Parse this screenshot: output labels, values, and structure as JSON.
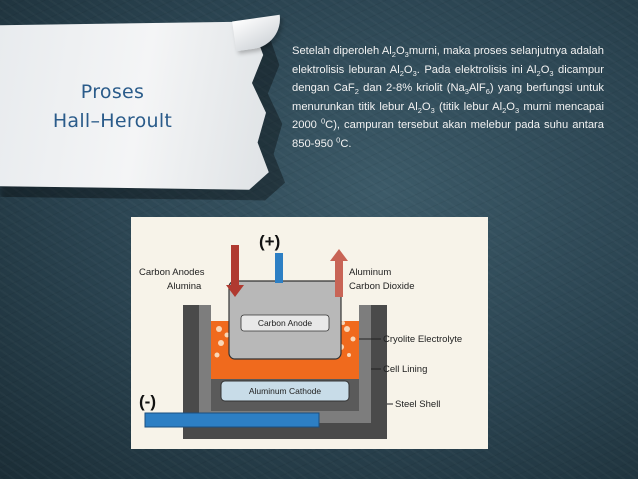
{
  "slide": {
    "title_line1": "Proses",
    "title_line2": "Hall–Heroult",
    "paragraph": {
      "p1": "Setelah diperoleh Al",
      "p1_sub": "2",
      "p2": "O",
      "p2_sub": "3",
      "p3": "murni, maka proses selanjutnya adalah elektrolisis leburan Al",
      "p3_sub": "2",
      "p4": "O",
      "p4_sub": "3",
      "p5": ". Pada elektrolisis ini Al",
      "p5_sub": "2",
      "p6": "O",
      "p6_sub": "3",
      "p7": " dicampur dengan CaF",
      "p7_sub": "2",
      "p8": " dan 2-8% kriolit (Na",
      "p8_sub": "3",
      "p9": "AlF",
      "p9_sub": "6",
      "p10": ") yang berfungsi untuk menurunkan titik lebur Al",
      "p10_sub": "2",
      "p11": "O",
      "p11_sub": "3",
      "p12": " (titik lebur Al",
      "p12_sub": "2",
      "p13": "O",
      "p13_sub": "3",
      "p14": " murni mencapai 2000 ",
      "p14_sup": "0",
      "p15": "C), campuran tersebut akan melebur pada suhu antara 850-950 ",
      "p15_sup": "0",
      "p16": "C."
    }
  },
  "diagram": {
    "positive_terminal": "(+)",
    "negative_terminal": "(-)",
    "left_in_line1": "Carbon Anodes",
    "left_in_line2": "Alumina",
    "right_out_line1": "Aluminum",
    "right_out_line2": "Carbon Dioxide",
    "anode_label": "Carbon Anode",
    "cathode_label": "Aluminum Cathode",
    "legend_electrolyte": "Cryolite Electrolyte",
    "legend_lining": "Cell Lining",
    "legend_shell": "Steel Shell",
    "colors": {
      "bus_bar": "#2d7fc4",
      "electrolyte": "#f06a1d",
      "steel_shell": "#4a4a4a",
      "cell_lining": "#7d7d7d",
      "anode": "#b8b8b8",
      "arrow_down": "#b03a30",
      "arrow_up": "#c86456",
      "background": "#f7f3e9"
    }
  }
}
